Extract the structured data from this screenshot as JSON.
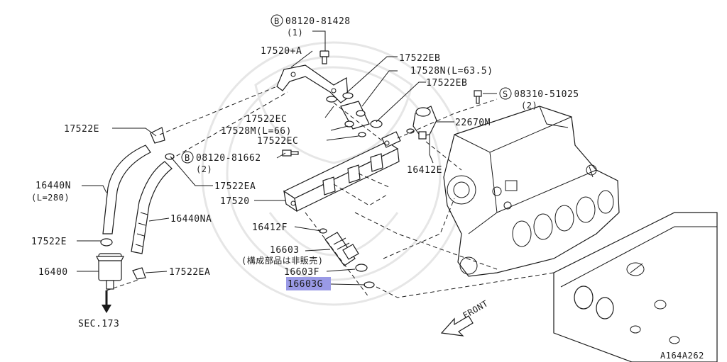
{
  "diagram_id": "A164A262",
  "highlight_color": "#9a9ae6",
  "labels": {
    "bolt_b1_code": "08120-81428",
    "bolt_b1_qty": "(1)",
    "bracket": "17520+A",
    "clamp_eb_top": "17522EB",
    "hose_n": "17528N(L=63.5)",
    "clamp_eb_2": "17522EB",
    "screw_s_code": "08310-51025",
    "screw_s_qty": "(2)",
    "reg": "22670M",
    "clamp_ec_1": "17522EC",
    "hose_m": "17528M(L=66)",
    "clamp_ec_2": "17522EC",
    "clamp_e_top": "17522E",
    "bolt_b2_code": "08120-81662",
    "bolt_b2_qty": "(2)",
    "clamp_ea_1": "17522EA",
    "oring_e": "16412E",
    "hose_n280": "16440N",
    "hose_n280_len": "(L=280)",
    "rail": "17520",
    "hose_na": "16440NA",
    "oring_f": "16412F",
    "clamp_e_bot": "17522E",
    "injector": "16603",
    "injector_note": "(構成部品は非販売)",
    "filter": "16400",
    "insulator_f": "16603F",
    "clamp_ea_2": "17522EA",
    "seal_g": "16603G",
    "section": "SEC.173",
    "front": "FRONT",
    "circle_b": "B",
    "circle_s": "S"
  }
}
